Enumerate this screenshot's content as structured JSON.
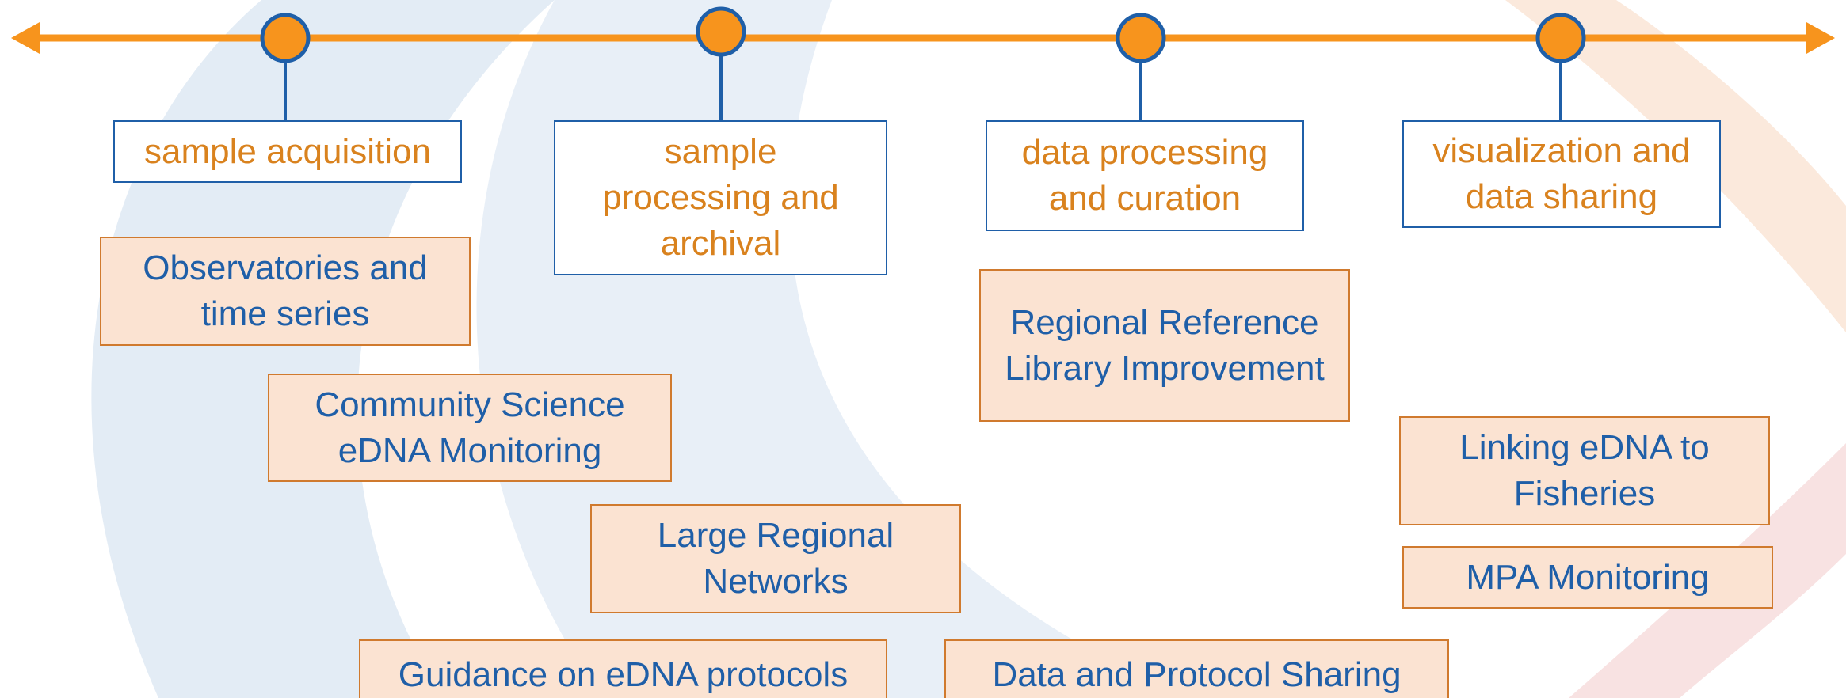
{
  "colors": {
    "timeline_orange": "#f7941d",
    "node_blue": "#1f5fa8",
    "stage_text": "#d9821e",
    "project_fill": "#fbe3d2",
    "project_border": "#d07a2e",
    "project_text": "#1f5fa8"
  },
  "stages": [
    {
      "label": "sample acquisition"
    },
    {
      "label": "sample processing and archival"
    },
    {
      "label": "data processing and curation"
    },
    {
      "label": "visualization and data sharing"
    }
  ],
  "projects": [
    {
      "label": "Observatories and time series"
    },
    {
      "label": "Community Science eDNA Monitoring"
    },
    {
      "label": "Large Regional Networks"
    },
    {
      "label": "Guidance on eDNA protocols"
    },
    {
      "label": "Regional Reference Library Improvement"
    },
    {
      "label": "Data and Protocol Sharing"
    },
    {
      "label": "Linking eDNA to Fisheries"
    },
    {
      "label": "MPA Monitoring"
    }
  ]
}
